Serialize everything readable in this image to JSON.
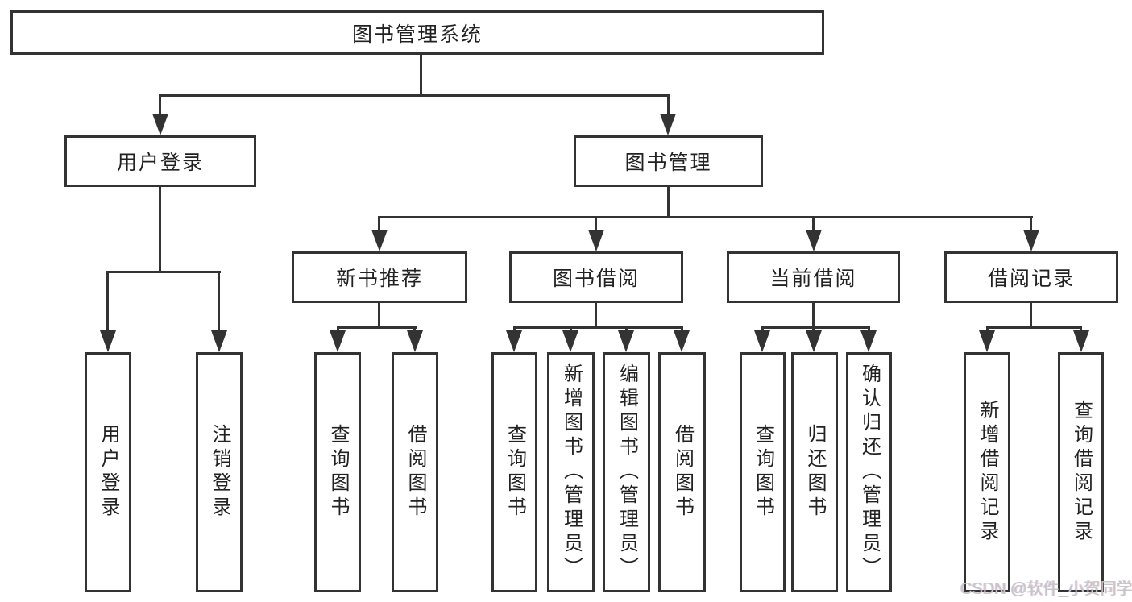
{
  "diagram": {
    "root": {
      "label": "图书管理系统"
    },
    "level2": [
      {
        "label": "用户登录"
      },
      {
        "label": "图书管理"
      }
    ],
    "level3": [
      {
        "label": "新书推荐"
      },
      {
        "label": "图书借阅"
      },
      {
        "label": "当前借阅"
      },
      {
        "label": "借阅记录"
      }
    ],
    "leaves": [
      {
        "label": "用户登录"
      },
      {
        "label": "注销登录"
      },
      {
        "label": "查询图书"
      },
      {
        "label": "借阅图书"
      },
      {
        "label": "查询图书"
      },
      {
        "label": "新增图书（管理员）"
      },
      {
        "label": "编辑图书（管理员）"
      },
      {
        "label": "借阅图书"
      },
      {
        "label": "查询图书"
      },
      {
        "label": "归还图书"
      },
      {
        "label": "确认归还（管理员）"
      },
      {
        "label": "新增借阅记录"
      },
      {
        "label": "查询借阅记录"
      }
    ],
    "watermark": "CSDN @软件_小贺同学",
    "colors": {
      "line": "#333333",
      "text": "#222222",
      "watermark": "#c6c6c6",
      "background": "#ffffff"
    }
  }
}
